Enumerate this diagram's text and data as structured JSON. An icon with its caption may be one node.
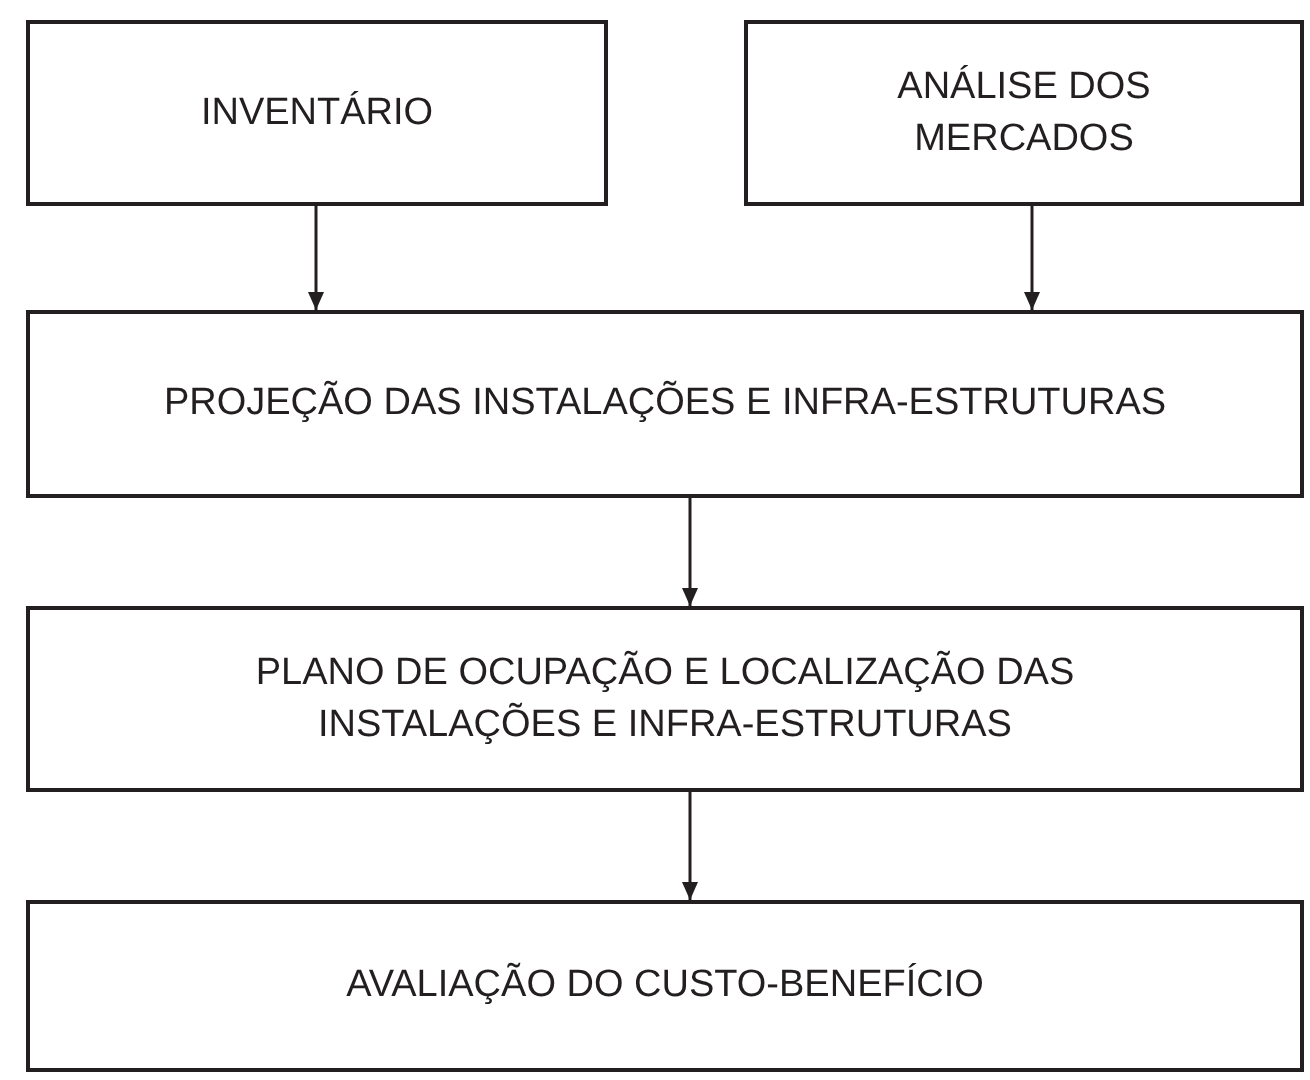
{
  "diagram": {
    "nodes": [
      {
        "text": [
          "INVENTÁRIO"
        ]
      },
      {
        "text": [
          "ANÁLISE DOS MERCADOS"
        ]
      },
      {
        "text": [
          "PROJEÇÃO DAS INSTALAÇÕES E INFRA-ESTRUTURAS"
        ]
      },
      {
        "text": [
          "PLANO DE OCUPAÇÃO E LOCALIZAÇÃO DAS INSTALAÇÕES E INFRA-ESTRUTURAS"
        ]
      },
      {
        "text": [
          "AVALIAÇÃO DO CUSTO-BENEFÍCIO"
        ]
      }
    ],
    "edges": [
      {
        "from": 0,
        "to": 2,
        "arrow": "to"
      },
      {
        "from": 1,
        "to": 2,
        "arrow": "to"
      },
      {
        "from": 2,
        "to": 3,
        "arrow": "to"
      },
      {
        "from": 3,
        "to": 4,
        "arrow": "to"
      }
    ]
  }
}
